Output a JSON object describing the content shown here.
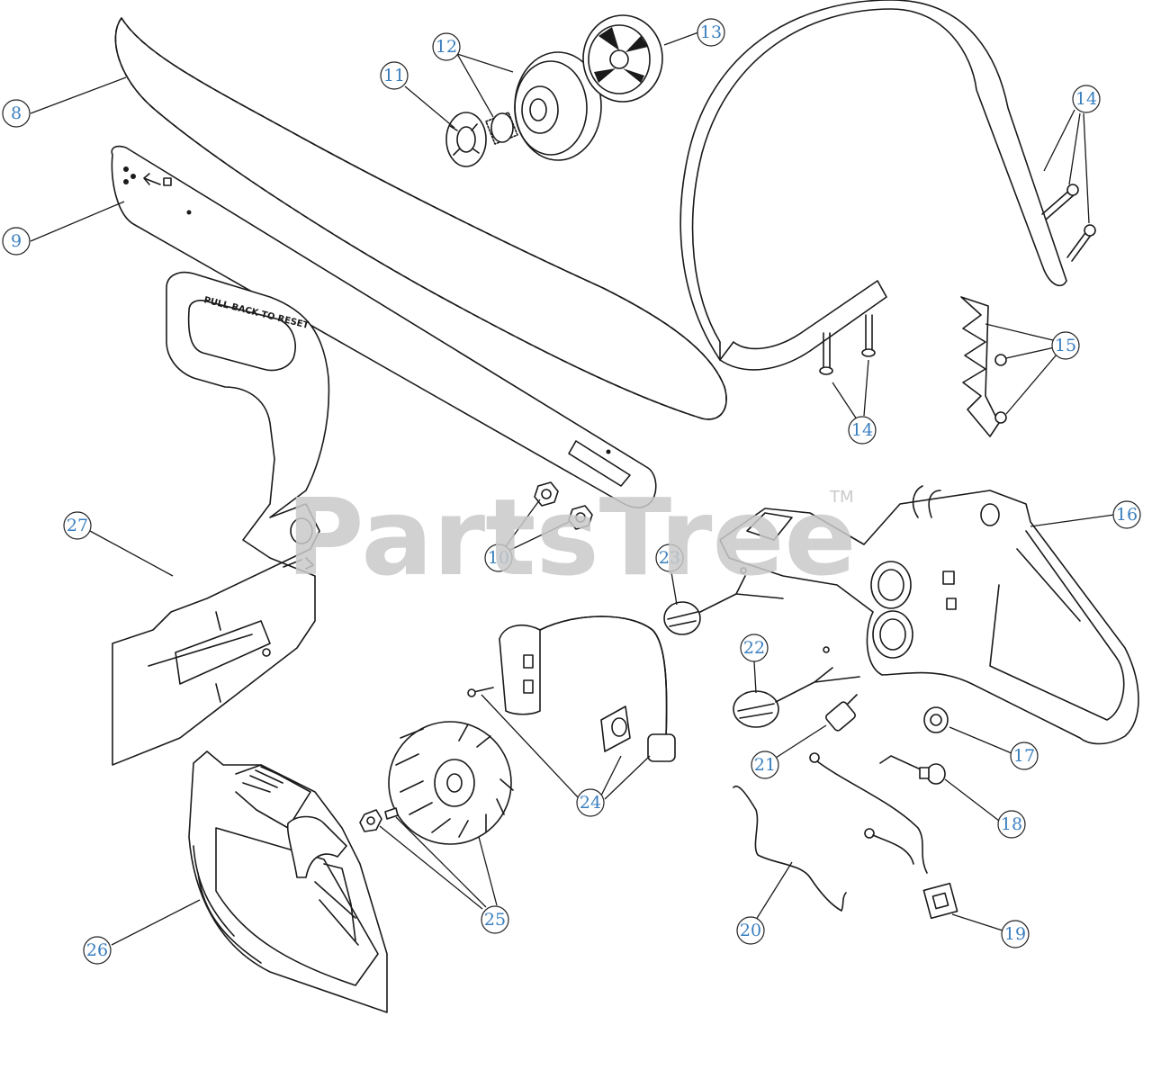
{
  "watermark": {
    "text": "PartsTree",
    "trademark": "TM"
  },
  "handle_print": "PULL BACK TO RESET",
  "callouts": {
    "c8": "8",
    "c9": "9",
    "c10": "10",
    "c11": "11",
    "c12": "12",
    "c13": "13",
    "c14a": "14",
    "c14b": "14",
    "c15": "15",
    "c16": "16",
    "c17": "17",
    "c18": "18",
    "c19": "19",
    "c20": "20",
    "c21": "21",
    "c22": "22",
    "c23": "23",
    "c24": "24",
    "c25": "25",
    "c26": "26",
    "c27": "27"
  },
  "colors": {
    "callout_text": "#3a7fbf",
    "line_art": "#1a1a1a",
    "watermark": "#c9c9c9"
  }
}
